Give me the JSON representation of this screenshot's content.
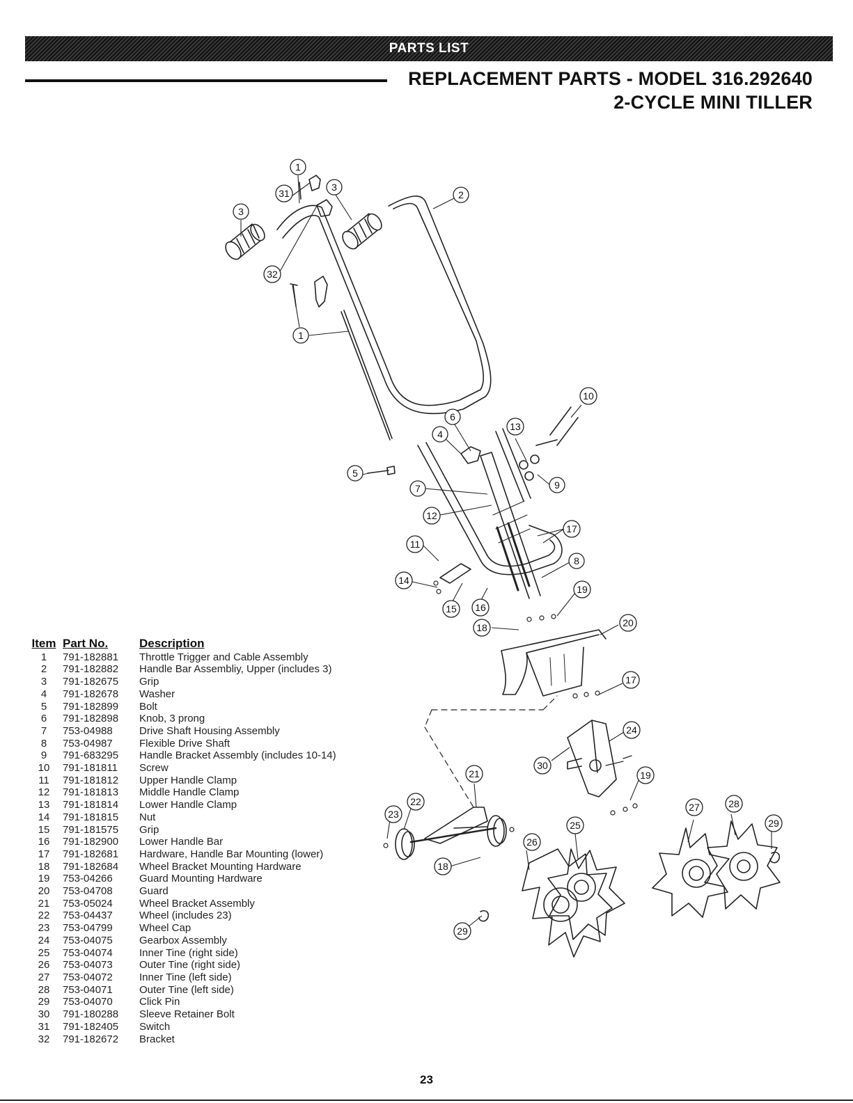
{
  "header": {
    "banner": "PARTS LIST",
    "title_line1": "REPLACEMENT PARTS - MODEL 316.292640",
    "title_line2": "2-CYCLE MINI TILLER"
  },
  "table": {
    "headers": {
      "item": "Item",
      "part_no": "Part No.",
      "description": "Description"
    },
    "rows": [
      {
        "item": "1",
        "part_no": "791-182881",
        "description": "Throttle Trigger and Cable Assembly"
      },
      {
        "item": "2",
        "part_no": "791-182882",
        "description": "Handle Bar Assembliy, Upper (includes 3)"
      },
      {
        "item": "3",
        "part_no": "791-182675",
        "description": "Grip"
      },
      {
        "item": "4",
        "part_no": "791-182678",
        "description": "Washer"
      },
      {
        "item": "5",
        "part_no": "791-182899",
        "description": "Bolt"
      },
      {
        "item": "6",
        "part_no": "791-182898",
        "description": "Knob, 3 prong"
      },
      {
        "item": "7",
        "part_no": "753-04988",
        "description": "Drive Shaft Housing Assembly"
      },
      {
        "item": "8",
        "part_no": "753-04987",
        "description": "Flexible Drive Shaft"
      },
      {
        "item": "9",
        "part_no": "791-683295",
        "description": "Handle Bracket Assembly (includes 10-14)"
      },
      {
        "item": "10",
        "part_no": "791-181811",
        "description": "Screw"
      },
      {
        "item": "11",
        "part_no": "791-181812",
        "description": "Upper Handle Clamp"
      },
      {
        "item": "12",
        "part_no": "791-181813",
        "description": "Middle Handle Clamp"
      },
      {
        "item": "13",
        "part_no": "791-181814",
        "description": "Lower Handle Clamp"
      },
      {
        "item": "14",
        "part_no": "791-181815",
        "description": "Nut"
      },
      {
        "item": "15",
        "part_no": "791-181575",
        "description": "Grip"
      },
      {
        "item": "16",
        "part_no": "791-182900",
        "description": "Lower Handle Bar"
      },
      {
        "item": "17",
        "part_no": "791-182681",
        "description": "Hardware, Handle Bar Mounting (lower)"
      },
      {
        "item": "18",
        "part_no": "791-182684",
        "description": "Wheel Bracket Mounting Hardware"
      },
      {
        "item": "19",
        "part_no": "753-04266",
        "description": "Guard Mounting Hardware"
      },
      {
        "item": "20",
        "part_no": "753-04708",
        "description": "Guard"
      },
      {
        "item": "21",
        "part_no": "753-05024",
        "description": "Wheel Bracket Assembly"
      },
      {
        "item": "22",
        "part_no": "753-04437",
        "description": "Wheel (includes 23)"
      },
      {
        "item": "23",
        "part_no": "753-04799",
        "description": "Wheel Cap"
      },
      {
        "item": "24",
        "part_no": "753-04075",
        "description": "Gearbox Assembly"
      },
      {
        "item": "25",
        "part_no": "753-04074",
        "description": "Inner Tine (right side)"
      },
      {
        "item": "26",
        "part_no": "753-04073",
        "description": "Outer Tine (right side)"
      },
      {
        "item": "27",
        "part_no": "753-04072",
        "description": "Inner Tine (left side)"
      },
      {
        "item": "28",
        "part_no": "753-04071",
        "description": "Outer Tine (left side)"
      },
      {
        "item": "29",
        "part_no": "753-04070",
        "description": "Click Pin"
      },
      {
        "item": "30",
        "part_no": "791-180288",
        "description": "Sleeve Retainer Bolt"
      },
      {
        "item": "31",
        "part_no": "791-182405",
        "description": "Switch"
      },
      {
        "item": "32",
        "part_no": "791-182672",
        "description": "Bracket"
      }
    ]
  },
  "callouts": [
    "1",
    "3",
    "3",
    "2",
    "31",
    "32",
    "1",
    "10",
    "6",
    "4",
    "13",
    "5",
    "9",
    "7",
    "12",
    "17",
    "11",
    "8",
    "14",
    "19",
    "15",
    "16",
    "18",
    "20",
    "17",
    "24",
    "30",
    "21",
    "19",
    "22",
    "23",
    "27",
    "28",
    "25",
    "29",
    "26",
    "18",
    "29"
  ],
  "page_number": "23"
}
